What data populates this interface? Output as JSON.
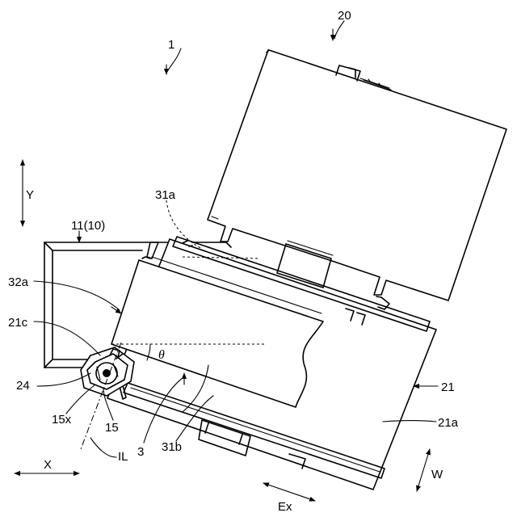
{
  "labels": {
    "fig_ref": "1",
    "printer_ref": "20",
    "axis_y": "Y",
    "housing_ref": "11(10)",
    "ref_31a": "31a",
    "ref_32a": "32a",
    "ref_21c": "21c",
    "angle": "θ",
    "ref_24": "24",
    "ref_21": "21",
    "ref_15x": "15x",
    "ref_15": "15",
    "ref_21a": "21a",
    "axis_x": "X",
    "il": "IL",
    "ref_3": "3",
    "ref_31b": "31b",
    "axis_w": "W",
    "axis_ex": "Ex"
  }
}
